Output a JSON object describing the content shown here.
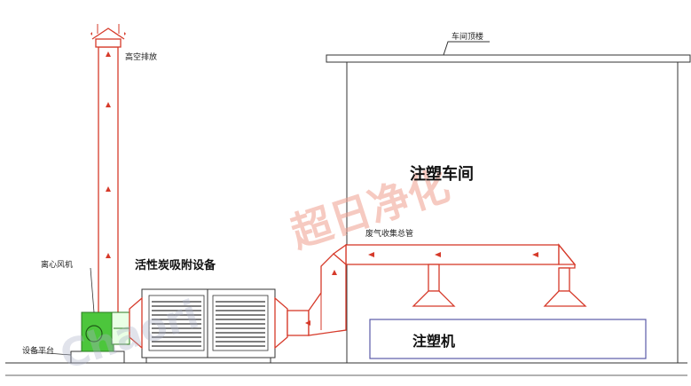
{
  "labels": {
    "high_altitude_exhaust": "高空排放",
    "workshop_roof": "车间顶楼",
    "injection_workshop": "注塑车间",
    "waste_gas_main_pipe": "废气收集总管",
    "centrifugal_fan": "离心风机",
    "activated_carbon_equipment": "活性炭吸附设备",
    "equipment_platform": "设备平台",
    "injection_machine": "注塑机"
  },
  "watermark": {
    "cn": "超日净化",
    "en": "Chaori"
  },
  "colors": {
    "duct": "#d63a2a",
    "fan": "#4cc63c",
    "line": "#333333",
    "watermark": "#f0b0a0",
    "watermark_en": "#aab0c8"
  }
}
